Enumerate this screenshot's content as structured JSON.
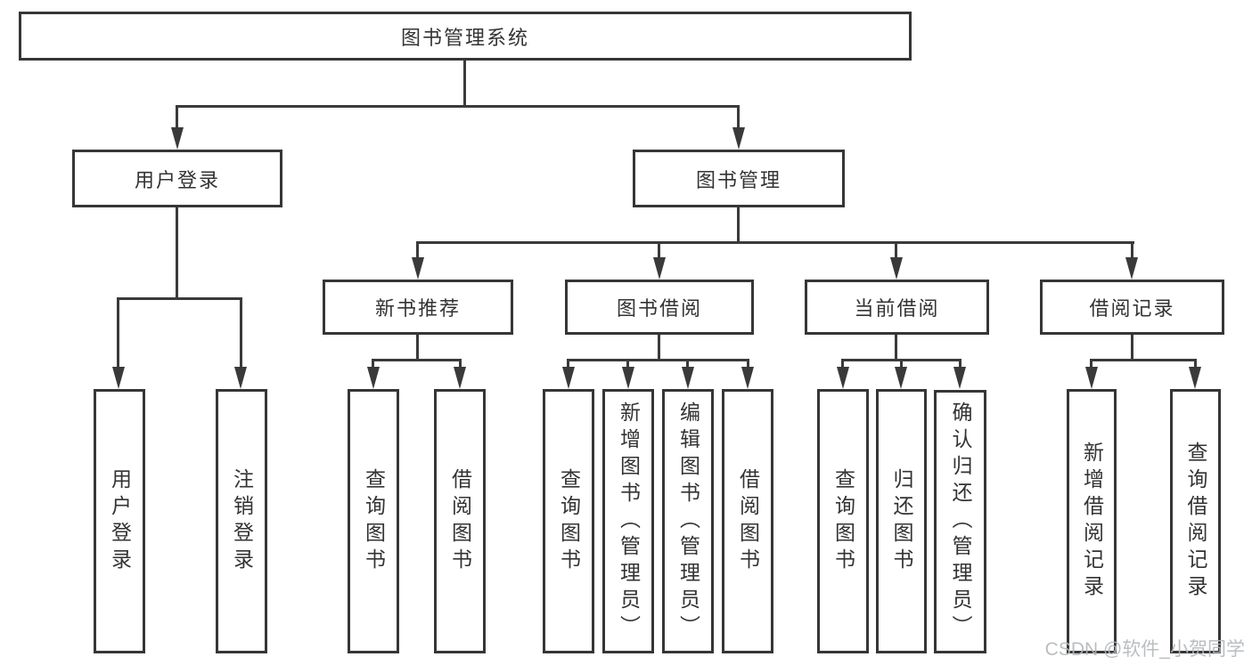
{
  "diagram_title": "图书管理系统",
  "colors": {
    "line": "#3a3a3a",
    "box_border": "#363636",
    "text": "#333333",
    "background": "#ffffff",
    "watermark": "#b3b7ba"
  },
  "tree": {
    "root": {
      "label": "图书管理系统"
    },
    "branches": [
      {
        "label": "用户登录",
        "children": [
          {
            "label": "用户登录"
          },
          {
            "label": "注销登录"
          }
        ]
      },
      {
        "label": "图书管理",
        "children": [
          {
            "label": "新书推荐",
            "children": [
              {
                "label": "查询图书"
              },
              {
                "label": "借阅图书"
              }
            ]
          },
          {
            "label": "图书借阅",
            "children": [
              {
                "label": "查询图书"
              },
              {
                "label": "新增图书（管理员）"
              },
              {
                "label": "编辑图书（管理员）"
              },
              {
                "label": "借阅图书"
              }
            ]
          },
          {
            "label": "当前借阅",
            "children": [
              {
                "label": "查询图书"
              },
              {
                "label": "归还图书"
              },
              {
                "label": "确认归还（管理员）"
              }
            ]
          },
          {
            "label": "借阅记录",
            "children": [
              {
                "label": "新增借阅记录"
              },
              {
                "label": "查询借阅记录"
              }
            ]
          }
        ]
      }
    ]
  },
  "watermark": {
    "text": "CSDN @软件_小贺同学"
  }
}
